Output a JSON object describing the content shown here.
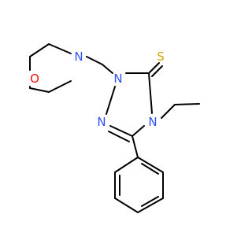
{
  "molecule": {
    "atoms": [
      {
        "id": "a_O",
        "symbol": "O",
        "color": "#ff0d0d"
      },
      {
        "id": "a_N1",
        "symbol": "N",
        "color": "#3050f8"
      },
      {
        "id": "a_N2",
        "symbol": "N",
        "color": "#3050f8"
      },
      {
        "id": "a_N3",
        "symbol": "N",
        "color": "#3050f8"
      },
      {
        "id": "a_N4",
        "symbol": "N",
        "color": "#3050f8"
      },
      {
        "id": "a_S",
        "symbol": "S",
        "color": "#d4a800"
      }
    ],
    "bond_color": "#000000"
  }
}
